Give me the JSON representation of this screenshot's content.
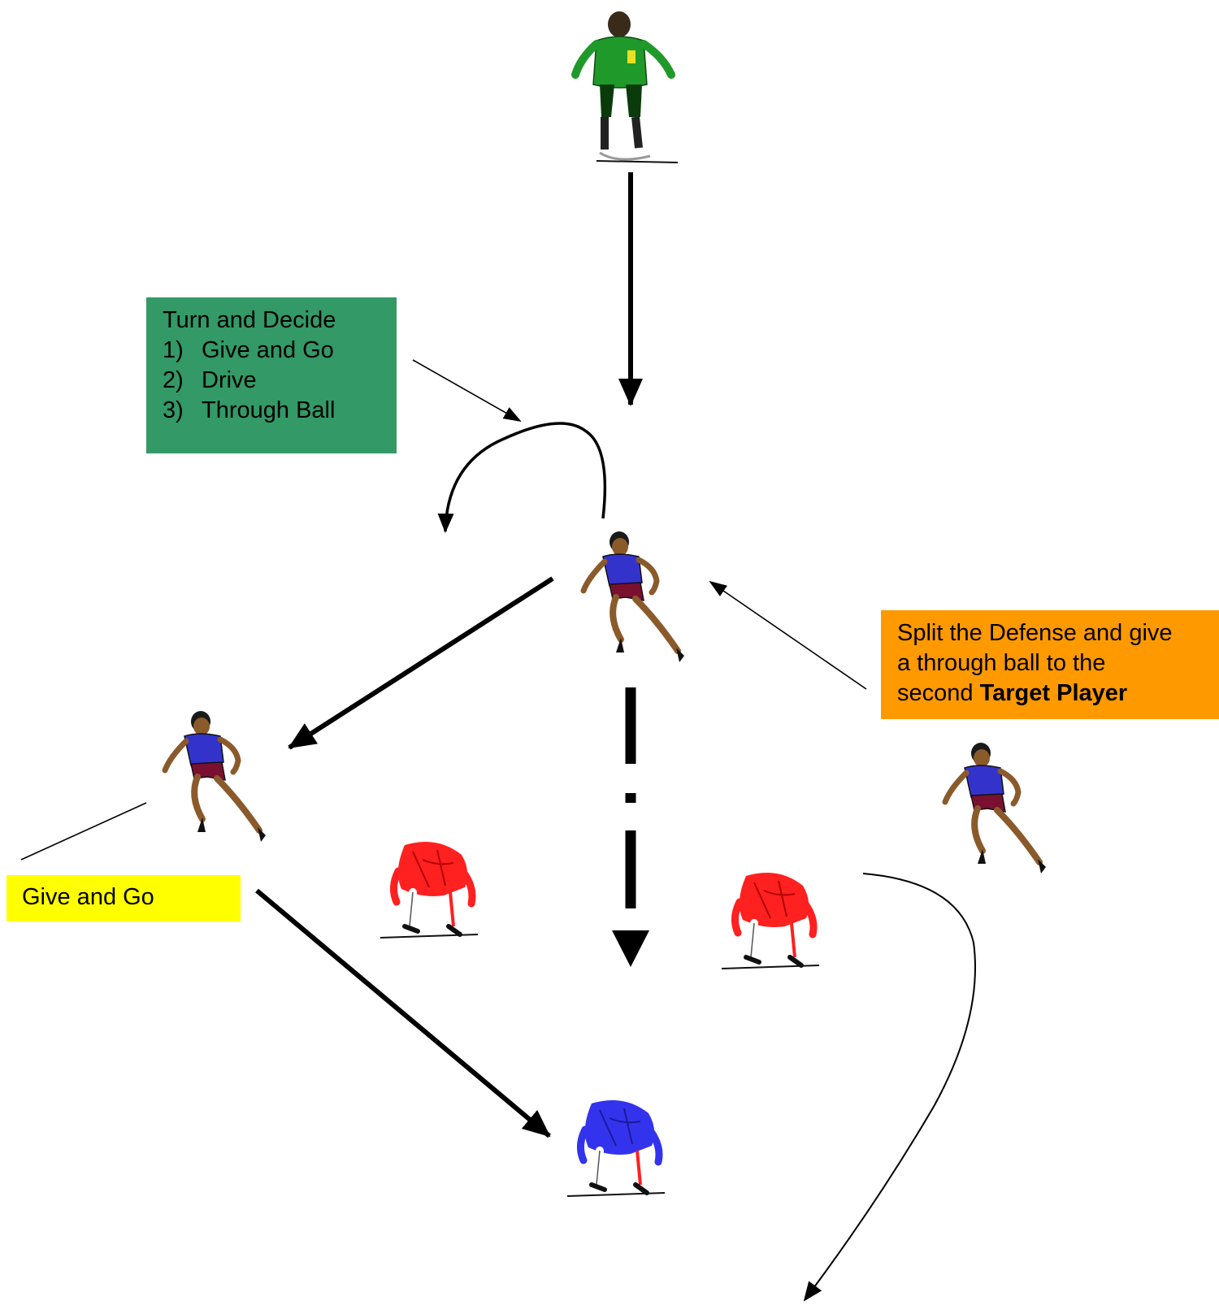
{
  "colors": {
    "green_box": "#339966",
    "orange_box": "#ff9900",
    "yellow_box": "#ffff00",
    "arrow": "#000000",
    "target_player_kit": "#1f9a2a",
    "attacker_shirt": "#3333cc",
    "attacker_shorts": "#7a1030",
    "skin": "#8b5a2b",
    "defender_red": "#ff2020",
    "target_blue": "#3333ee"
  },
  "callouts": {
    "turn_and_decide": {
      "title": "Turn and Decide",
      "items": [
        {
          "num": "1)",
          "text": "Give and Go"
        },
        {
          "num": "2)",
          "text": "Drive"
        },
        {
          "num": "3)",
          "text": "Through Ball"
        }
      ]
    },
    "split_defense": {
      "line1": "Split the Defense and give",
      "line2": "a through ball to the",
      "line3_prefix": "second ",
      "line3_bold": "Target Player"
    },
    "give_and_go": {
      "label": "Give and Go"
    }
  },
  "figures": [
    {
      "name": "target-player-top-figure",
      "kind": "target-player",
      "icon": "soccer-player-green-icon"
    },
    {
      "name": "attacker-center-figure",
      "kind": "attacker",
      "icon": "runner-blue-shirt-icon"
    },
    {
      "name": "attacker-left-figure",
      "kind": "attacker",
      "icon": "runner-blue-shirt-icon"
    },
    {
      "name": "attacker-right-figure",
      "kind": "attacker",
      "icon": "runner-blue-shirt-icon"
    },
    {
      "name": "defender-left-figure",
      "kind": "defender",
      "icon": "crouching-player-red-icon"
    },
    {
      "name": "defender-right-figure",
      "kind": "defender",
      "icon": "crouching-player-red-icon"
    },
    {
      "name": "second-target-player-figure",
      "kind": "second-target",
      "icon": "crouching-player-blue-icon"
    }
  ]
}
